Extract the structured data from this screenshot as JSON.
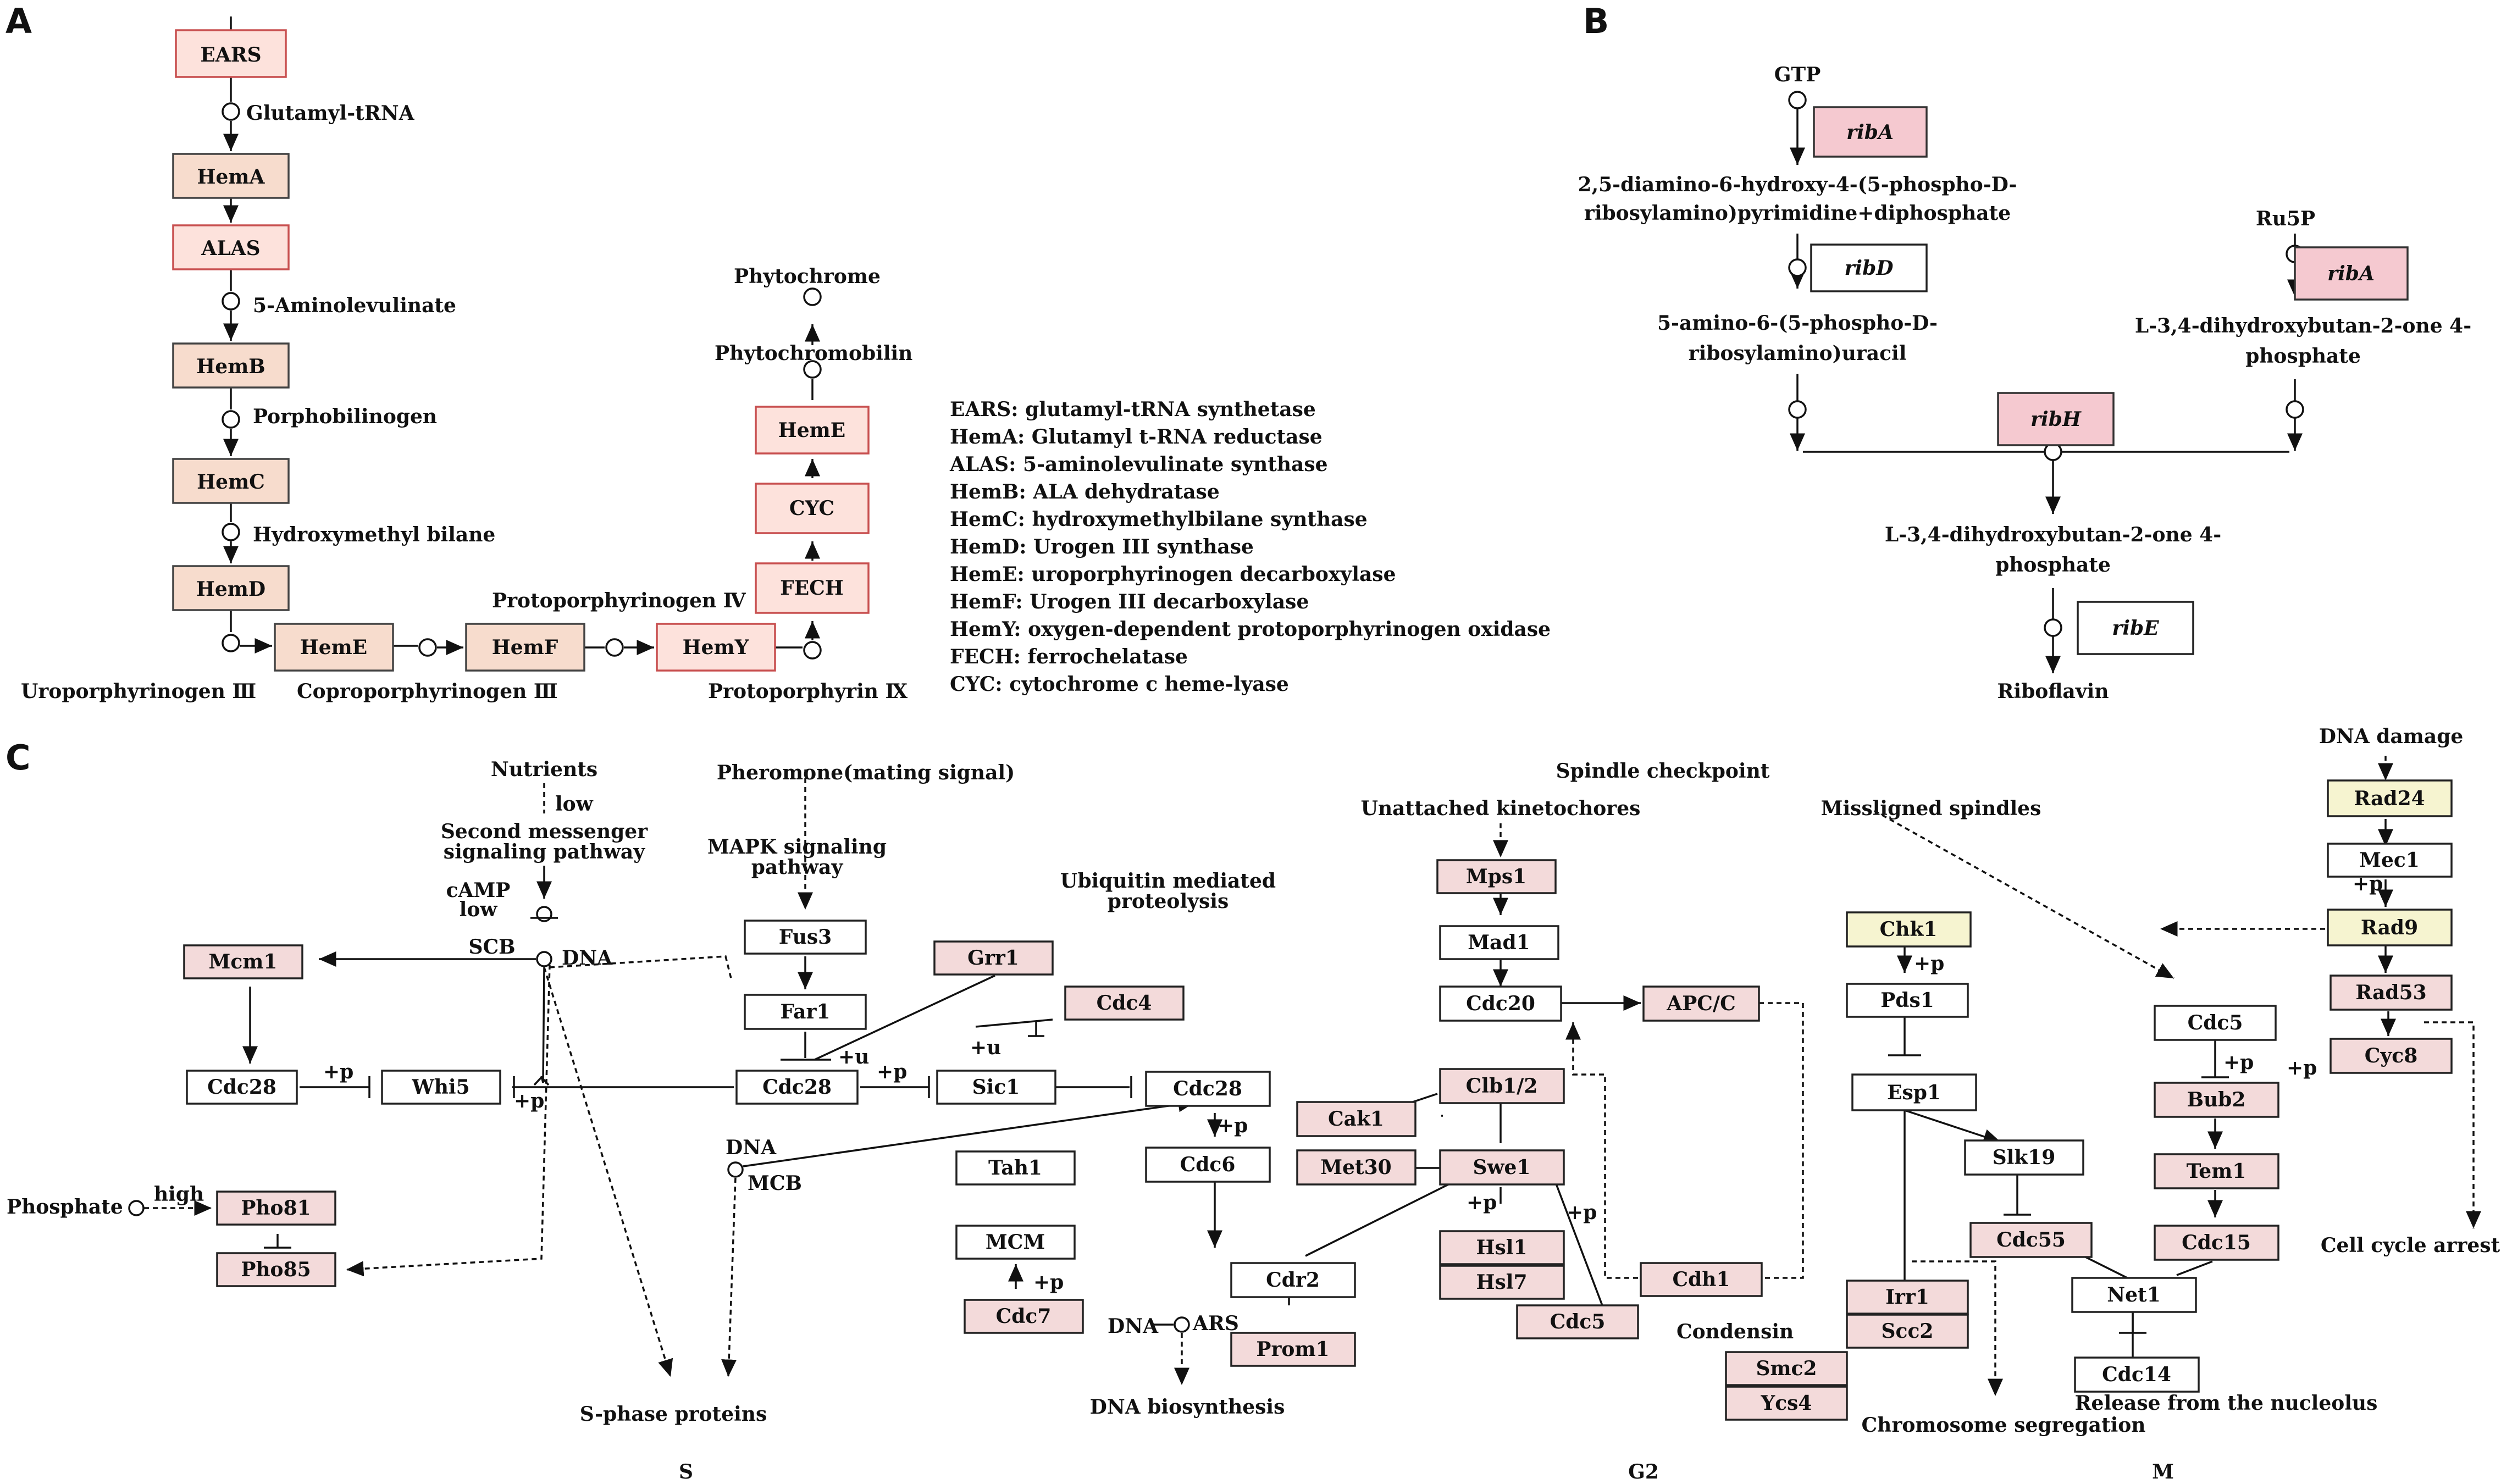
{
  "panels": {
    "A": "A",
    "B": "B",
    "C": "C"
  },
  "panelA": {
    "boxes": {
      "ears": "EARS",
      "hema": "HemA",
      "alas": "ALAS",
      "hemb": "HemB",
      "hemc": "HemC",
      "hemd": "HemD",
      "heme1": "HemE",
      "hemf": "HemF",
      "hemy": "HemY",
      "fech": "FECH",
      "cyc": "CYC",
      "heme2": "HemE"
    },
    "metabolites": {
      "glutamyl": "Glutamyl-tRNA",
      "ala": "5-Aminolevulinate",
      "pbg": "Porphobilinogen",
      "hmb": "Hydroxymethyl bilane",
      "uro": "Uroporphyrinogen Ⅲ",
      "copro": "Coproporphyrinogen Ⅲ",
      "protogen": "Protoporphyrinogen Ⅳ",
      "proto": "Protoporphyrin Ⅸ",
      "phytochromobilin": "Phytochromobilin",
      "phytochrome": "Phytochrome"
    },
    "legend": [
      "EARS:  glutamyl-tRNA synthetase",
      "HemA: Glutamyl t-RNA reductase",
      "ALAS: 5-aminolevulinate synthase",
      "HemB: ALA dehydratase",
      "HemC: hydroxymethylbilane synthase",
      "HemD: Urogen III synthase",
      "HemE: uroporphyrinogen decarboxylase",
      "HemF: Urogen III decarboxylase",
      "HemY: oxygen-dependent protoporphyrinogen oxidase",
      "FECH: ferrochelatase",
      "CYC: cytochrome c heme-lyase"
    ]
  },
  "panelB": {
    "genes": {
      "ribA1": "ribA",
      "ribD": "ribD",
      "ribA2": "ribA",
      "ribH": "ribH",
      "ribE": "ribE"
    },
    "metabolites": {
      "gtp": "GTP",
      "m1a": "2,5-diamino-6-hydroxy-4-(5-phospho-D-",
      "m1b": "ribosylamino)pyrimidine+diphosphate",
      "m2a": "5-amino-6-(5-phospho-D-",
      "m2b": "ribosylamino)uracil",
      "ru5p": "Ru5P",
      "m3a": "L-3,4-dihydroxybutan-2-one 4-",
      "m3b": "phosphate",
      "m4a": "L-3,4-dihydroxybutan-2-one 4-",
      "m4b": "phosphate",
      "riboflavin": "Riboflavin"
    }
  },
  "panelC": {
    "boxes": {
      "mcm1": "Mcm1",
      "cdc28a": "Cdc28",
      "whi5": "Whi5",
      "pho81": "Pho81",
      "pho85": "Pho85",
      "fus3": "Fus3",
      "far1": "Far1",
      "cdc28b": "Cdc28",
      "grr1": "Grr1",
      "cdc4": "Cdc4",
      "sic1": "Sic1",
      "cdc28c": "Cdc28",
      "cdc6": "Cdc6",
      "tah1": "Tah1",
      "mcm": "MCM",
      "cdc7": "Cdc7",
      "mps1": "Mps1",
      "mad1": "Mad1",
      "cdc20": "Cdc20",
      "apcc": "APC/C",
      "clb12": "Clb1/2",
      "cak1": "Cak1",
      "met30": "Met30",
      "swe1": "Swe1",
      "hsl1": "Hsl1",
      "hsl7": "Hsl7",
      "cdc5b": "Cdc5",
      "cdr2": "Cdr2",
      "prom1": "Prom1",
      "cdh1": "Cdh1",
      "rad24": "Rad24",
      "mec1": "Mec1",
      "rad9": "Rad9",
      "rad53": "Rad53",
      "cyc8": "Cyc8",
      "chk1": "Chk1",
      "pds1": "Pds1",
      "esp1": "Esp1",
      "slk19": "Slk19",
      "cdc55": "Cdc55",
      "cdc5a": "Cdc5",
      "bub2": "Bub2",
      "tem1": "Tem1",
      "cdc15": "Cdc15",
      "net1": "Net1",
      "cdc14": "Cdc14",
      "irr1": "Irr1",
      "scc2": "Scc2",
      "smc2": "Smc2",
      "ycs4": "Ycs4"
    },
    "labels": {
      "nutrients": "Nutrients",
      "low1": "low",
      "secmsg1": "Second messenger",
      "secmsg2": "signaling pathway",
      "camp": "cAMP",
      "low2": "low",
      "scb": "SCB",
      "dna1": "DNA",
      "phosphate": "Phosphate",
      "high": "high",
      "pheromone": "Pheromone(mating signal)",
      "mapk1": "MAPK signaling",
      "mapk2": "pathway",
      "ubq1": "Ubiquitin mediated",
      "ubq2": "proteolysis",
      "dna2": "DNA",
      "mcb": "MCB",
      "dna3": "DNA",
      "ars": "ARS",
      "spindle": "Spindle checkpoint",
      "unattached": "Unattached kinetochores",
      "missligned": "Missligned spindles",
      "dnadamage": "DNA damage",
      "condensin": "Condensin",
      "sphase": "S-phase proteins",
      "dnabio": "DNA biosynthesis",
      "chromseg": "Chromosome segregation",
      "release": "Release from the nucleolus",
      "arrest": "Cell cycle arrest",
      "pu1": "+u",
      "pu2": "+u",
      "pp1": "+p",
      "pp2": "+p",
      "pp3": "+p",
      "pp4": "+p",
      "pp5": "+p",
      "pp6": "+p",
      "pp7": "+p",
      "pp8": "+p",
      "pp9": "+p",
      "pp10": "+p",
      "pp11": "+p",
      "phaseS": "S",
      "phaseG2": "G2",
      "phaseM": "M"
    }
  }
}
